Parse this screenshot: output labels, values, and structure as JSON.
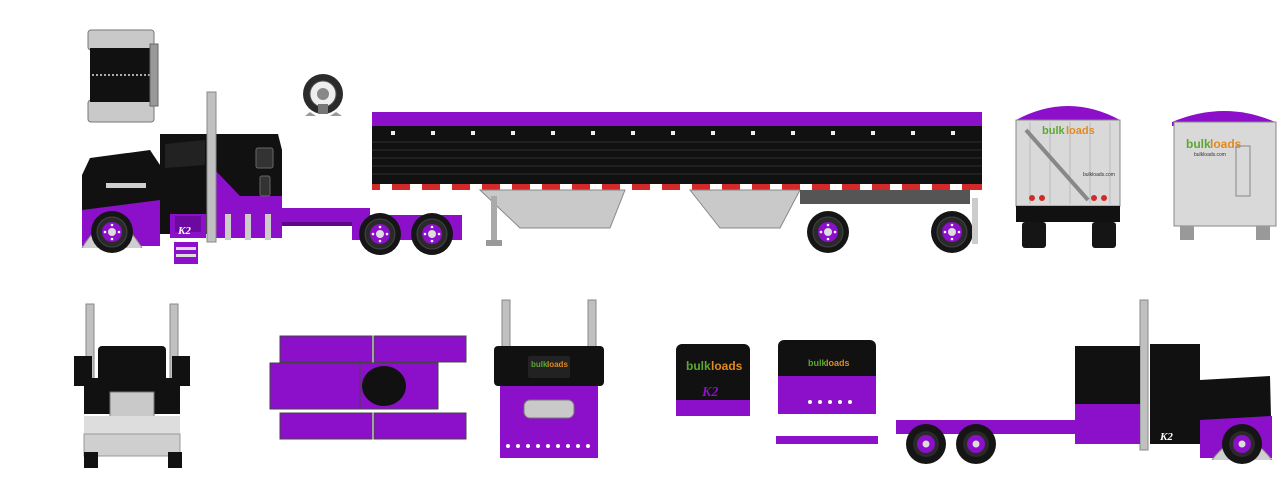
{
  "brand": {
    "word_part1": "bulk",
    "word_part2": "loads",
    "url": "bulkloads.com",
    "model_badge": "K2"
  },
  "colors": {
    "purple": "#8c0fc9",
    "dark_purple": "#5a0a86",
    "black": "#111111",
    "chrome": "#c8c8c8",
    "steel": "#9a9a9a",
    "green": "#5aa832",
    "orange": "#e08a1e",
    "red": "#d22a2a"
  },
  "icons": [
    "tarp-roll-top-view-icon",
    "spare-wheel-icon",
    "mud-flap-icon",
    "truck-side-view-icon",
    "grain-trailer-icon"
  ]
}
